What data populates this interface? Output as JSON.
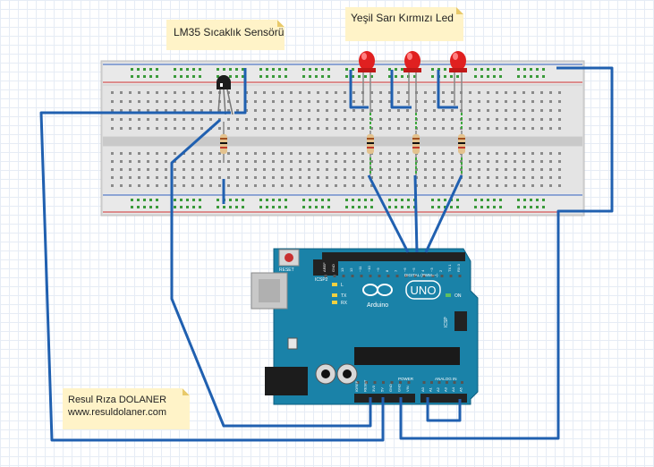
{
  "notes": {
    "lm35": "LM35 Sıcaklık Sensörü",
    "leds": "Yeşil Sarı Kırmızı Led",
    "author_name": "Resul Rıza DOLANER",
    "author_site": "www.resuldolaner.com"
  },
  "arduino": {
    "reset_label": "RESET",
    "icsp2_label": "ICSP2",
    "icsp_label": "ICSP",
    "l_label": "L",
    "tx_label": "TX",
    "rx_label": "RX",
    "on_label": "ON",
    "brand": "Arduino",
    "model": "UNO",
    "digital_label": "DIGITAL (PWM=~)",
    "power_label": "POWER",
    "analog_label": "ANALOG IN",
    "digital_pins": [
      "AREF",
      "GND",
      "13",
      "12",
      "~11",
      "~10",
      "~9",
      "8",
      "7",
      "~6",
      "~5",
      "4",
      "~3",
      "2",
      "TX 1",
      "RX 0"
    ],
    "power_pins": [
      "IOREF",
      "RESET",
      "3V3",
      "5V",
      "GND",
      "GND",
      "VIN"
    ],
    "analog_pins": [
      "A0",
      "A1",
      "A2",
      "A3",
      "A4",
      "A5"
    ]
  },
  "colors": {
    "wire": "#2060b0",
    "wire_green": "#3ca83c",
    "board": "#1a82a8",
    "led": "#e02020",
    "breadboard": "#d8d8d8"
  }
}
